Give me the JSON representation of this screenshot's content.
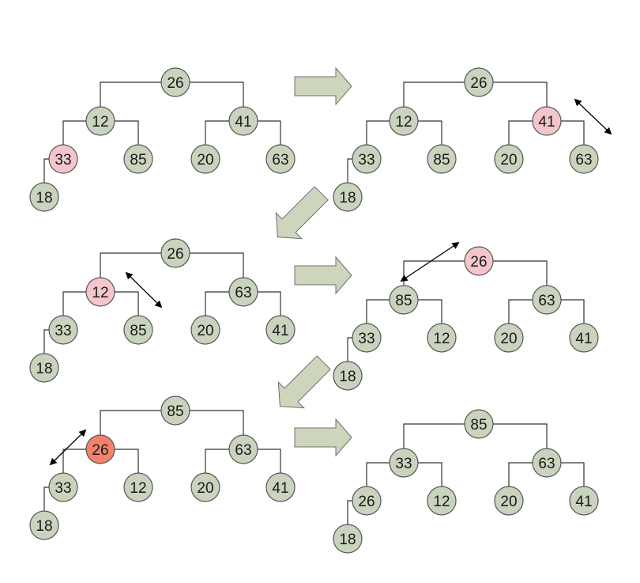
{
  "colors": {
    "node_fill": "#c9d3be",
    "node_highlight": "#f4c6cc",
    "node_active": "#f2826a",
    "node_stroke": "#555555",
    "edge": "#333333",
    "flow_arrow_fill": "#cdd6bd",
    "flow_arrow_stroke": "#707070",
    "swap_arrow": "#000000"
  },
  "trees": [
    {
      "id": "step-1",
      "values": [
        26,
        12,
        41,
        33,
        85,
        20,
        63,
        18
      ],
      "highlight": {
        "33": "highlight"
      }
    },
    {
      "id": "step-2",
      "values": [
        26,
        12,
        41,
        33,
        85,
        20,
        63,
        18
      ],
      "highlight": {
        "41": "highlight"
      }
    },
    {
      "id": "step-3",
      "values": [
        26,
        12,
        63,
        33,
        85,
        20,
        41,
        18
      ],
      "highlight": {
        "12": "highlight"
      }
    },
    {
      "id": "step-4",
      "values": [
        26,
        85,
        63,
        33,
        12,
        20,
        41,
        18
      ],
      "highlight": {
        "26": "highlight"
      }
    },
    {
      "id": "step-5",
      "values": [
        85,
        26,
        63,
        33,
        12,
        20,
        41,
        18
      ],
      "highlight": {
        "26": "active"
      }
    },
    {
      "id": "step-6",
      "values": [
        85,
        33,
        63,
        26,
        12,
        20,
        41,
        18
      ],
      "highlight": {}
    }
  ],
  "swaps": [
    {
      "tree": "step-2",
      "between": [
        41,
        63
      ]
    },
    {
      "tree": "step-3",
      "between": [
        12,
        85
      ]
    },
    {
      "tree": "step-4",
      "between": [
        26,
        85
      ]
    },
    {
      "tree": "step-5",
      "between": [
        26,
        33
      ]
    }
  ],
  "flow": [
    "step-1 → step-2",
    "step-2 → step-3",
    "step-3 → step-4",
    "step-4 → step-5",
    "step-5 → step-6"
  ]
}
